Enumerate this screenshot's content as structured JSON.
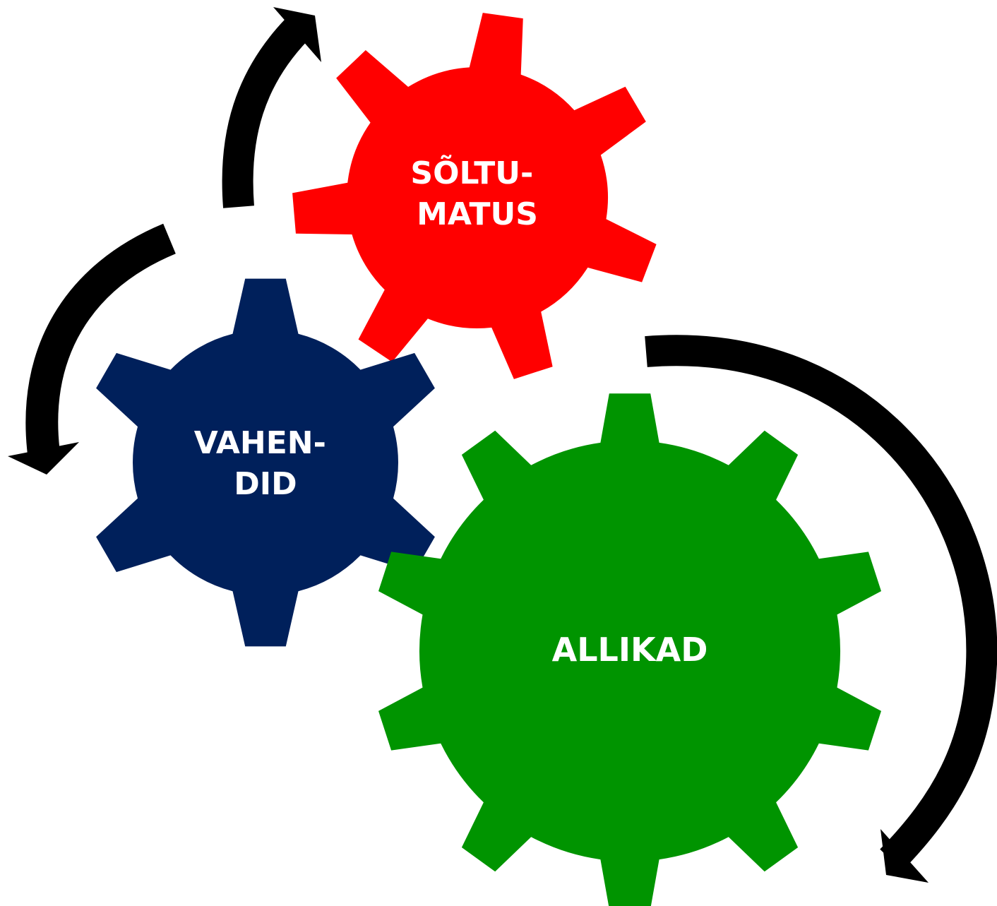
{
  "gears": [
    {
      "id": "soltumatus",
      "lines": [
        "SÕLTU-",
        "MATUS"
      ],
      "color": "#ff0000"
    },
    {
      "id": "vahendid",
      "lines": [
        "VAHEN-",
        "DID"
      ],
      "color": "#00205b"
    },
    {
      "id": "allikad",
      "lines": [
        "ALLIKAD"
      ],
      "color": "#009400"
    }
  ],
  "arrow_color": "#000000",
  "text_color": "#ffffff"
}
